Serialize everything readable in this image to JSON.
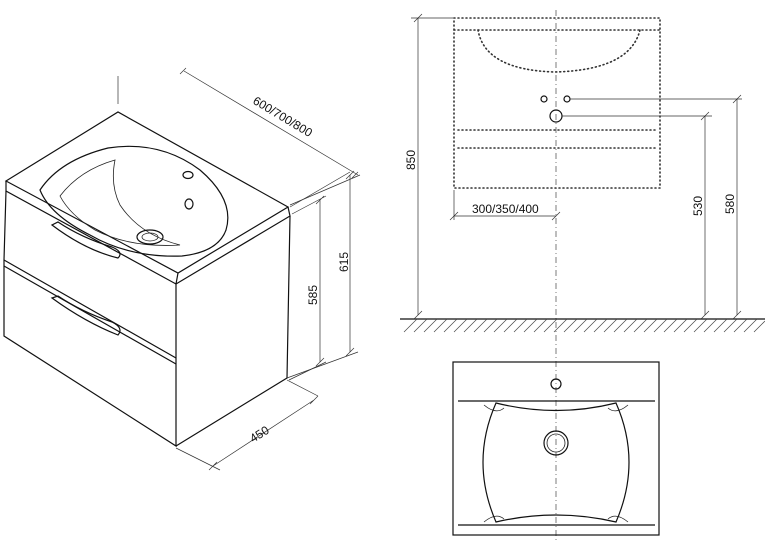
{
  "dimensions": {
    "width_options": "600/700/800",
    "height_total": "615",
    "height_cabinet": "585",
    "depth": "450",
    "vanity_height": "850",
    "drain_offset": "300/350/400",
    "drain_height": "530",
    "supply_height": "580"
  }
}
